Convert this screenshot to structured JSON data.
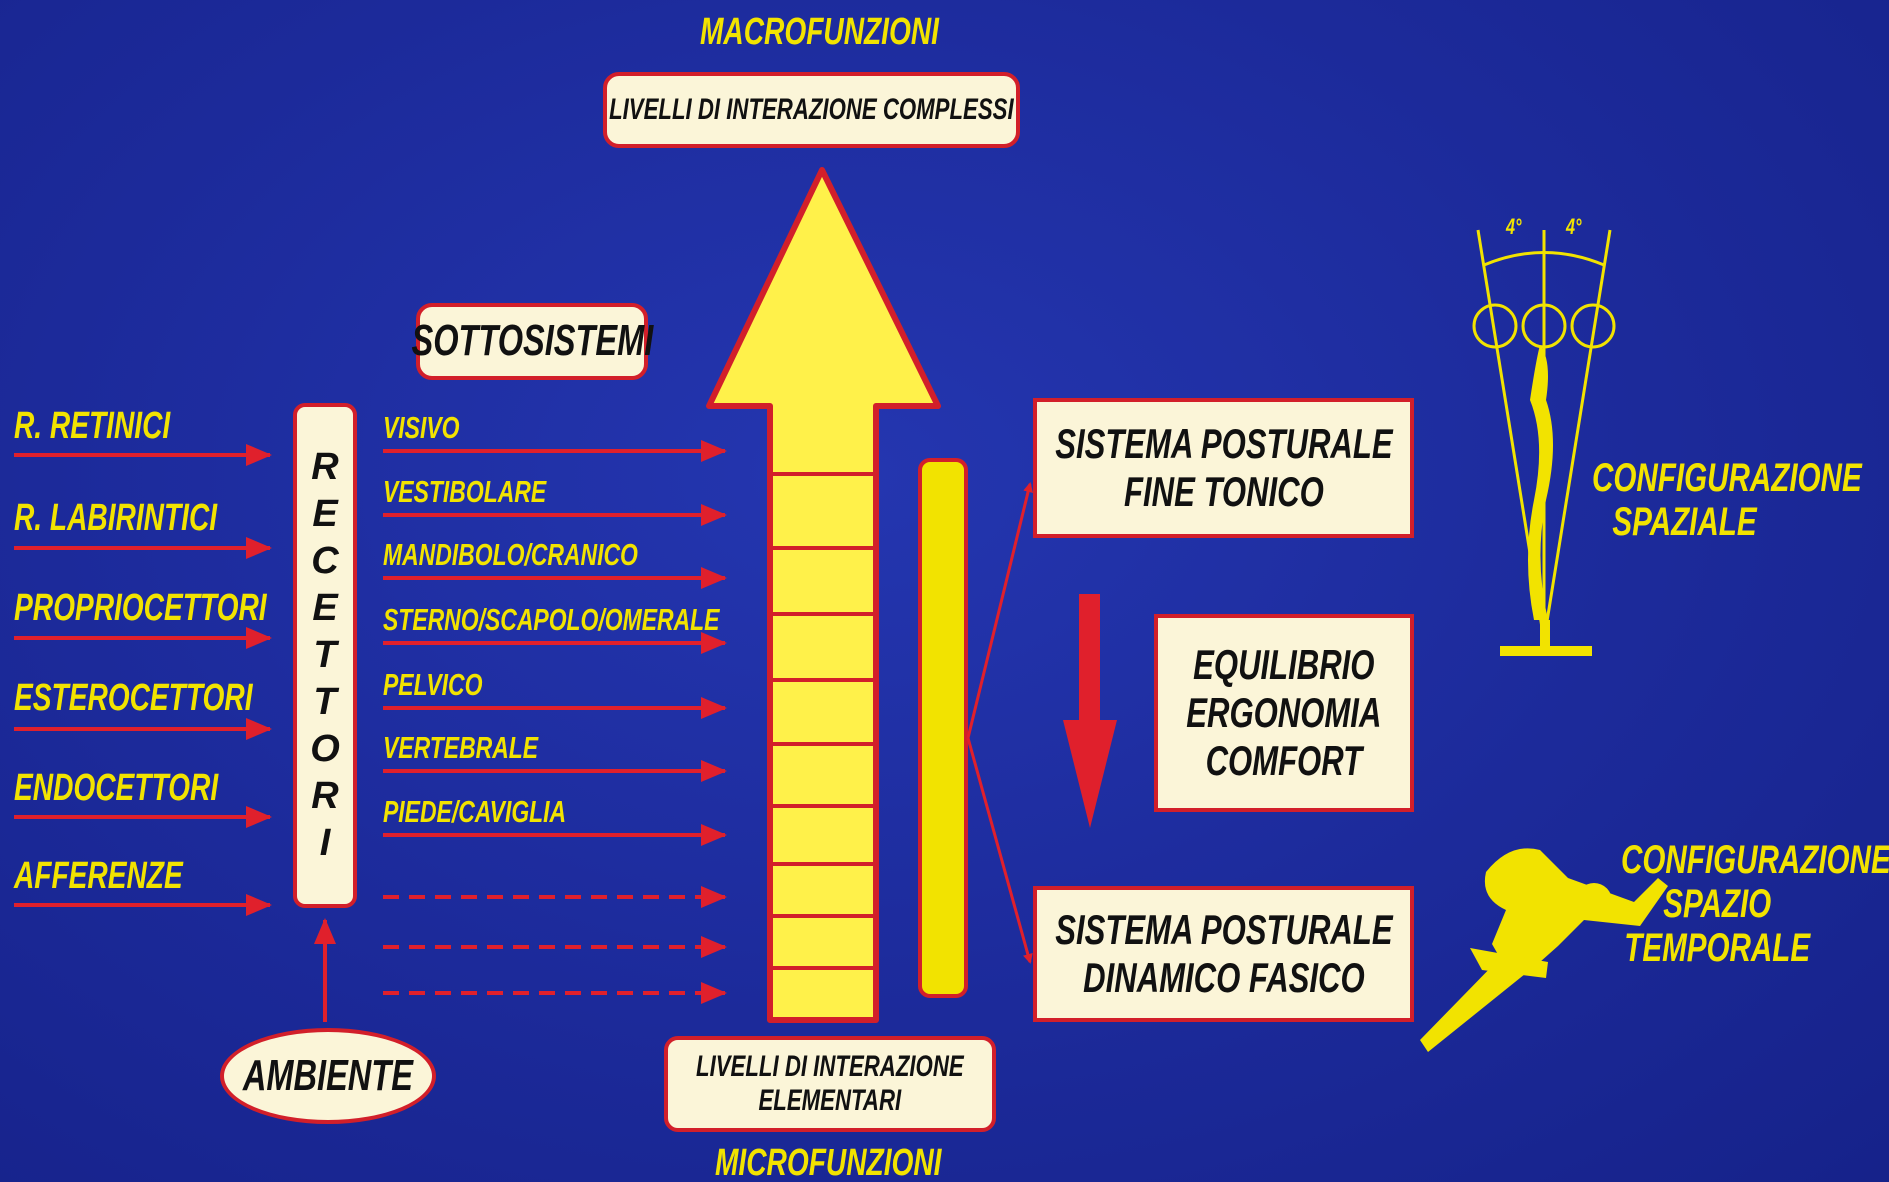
{
  "macro_label": "MACROFUNZIONI",
  "top_box": "LIVELLI DI INTERAZIONE COMPLESSI",
  "subsystems_title": "SOTTOSISTEMI",
  "receptors_column": [
    "R",
    "E",
    "C",
    "E",
    "T",
    "T",
    "O",
    "R",
    "I"
  ],
  "inputs": [
    "R. RETINICI",
    "R. LABIRINTICI",
    "PROPRIOCETTORI",
    "ESTEROCETTORI",
    "ENDOCETTORI",
    "AFFERENZE"
  ],
  "subsystems": [
    "VISIVO",
    "VESTIBOLARE",
    "MANDIBOLO/CRANICO",
    "STERNO/SCAPOLO/OMERALE",
    "PELVICO",
    "VERTEBRALE",
    "PIEDE/CAVIGLIA"
  ],
  "environment": "AMBIENTE",
  "bottom_box": [
    "LIVELLI DI INTERAZIONE",
    "ELEMENTARI"
  ],
  "micro_label": "MICROFUNZIONI",
  "fine_tonic": [
    "SISTEMA POSTURALE",
    "FINE TONICO"
  ],
  "balance": [
    "EQUILIBRIO",
    "ERGONOMIA",
    "COMFORT"
  ],
  "dynamic_phasic": [
    "SISTEMA POSTURALE",
    "DINAMICO FASICO"
  ],
  "spatial_config": [
    "CONFIGURAZIONE",
    "SPAZIALE"
  ],
  "spatiotemporal_config": [
    "CONFIGURAZIONE",
    "SPAZIO",
    "TEMPORALE"
  ],
  "angle_left": "4°",
  "angle_right": "4°",
  "colors": {
    "background": "#1c2a9a",
    "yellow": "#f2e300",
    "red": "#d21f2a",
    "cream": "#fbf5d8"
  },
  "icons": [
    "upward-arrow-icon",
    "down-arrow-icon",
    "standing-figure-icon",
    "runner-icon"
  ]
}
